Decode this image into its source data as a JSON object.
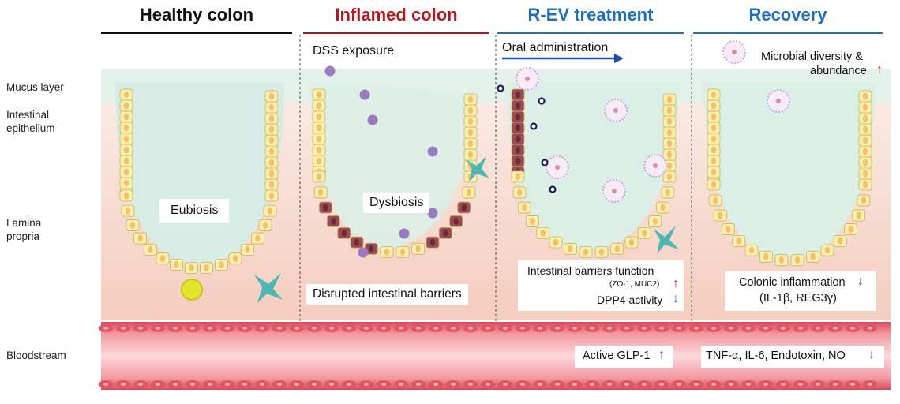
{
  "panels": [
    {
      "title": "Healthy colon",
      "color": "#111111"
    },
    {
      "title": "Inflamed colon",
      "color": "#b0191f"
    },
    {
      "title": "R-EV treatment",
      "color": "#1f6fb8"
    },
    {
      "title": "Recovery",
      "color": "#1f6fb8"
    }
  ],
  "row_labels": {
    "mucus": "Mucus layer",
    "epithelium_1": "Intestinal",
    "epithelium_2": "epithelium",
    "lamina_1": "Lamina",
    "lamina_2": "propria",
    "bloodstream": "Bloodstream"
  },
  "healthy": {
    "eubiosis": "Eubiosis"
  },
  "inflamed": {
    "dss": "DSS exposure",
    "dysbiosis": "Dysbiosis",
    "barriers": "Disrupted intestinal barriers"
  },
  "treatment": {
    "oral": "Oral administration",
    "barrier_function": "Intestinal barriers function",
    "markers": "(ZO-1, MUC2)",
    "dpp4": "DPP4 activity",
    "glp1": "Active GLP-1"
  },
  "recovery": {
    "diversity_1": "Microbial diversity &",
    "diversity_2": "abundance",
    "inflammation": "Colonic inflammation",
    "inflammation_markers": "(IL-1β, REG3γ)",
    "serum": "TNF-α, IL-6, Endotoxin, NO"
  },
  "arrows": {
    "up": "↑",
    "down": "↓"
  },
  "colors": {
    "mucus": "#d6ece4",
    "tissue": "#f6d9cf",
    "epithelial_cell": "#f7efae",
    "nucleus": "#f4c06a",
    "damaged_cell": "#9b4b55",
    "vessel_band": "#e86a77",
    "rbc": "#e25561",
    "dss_particle": "#9a7bbf",
    "ev_particle": "#c7a7d9",
    "arrow_up": "#c0121d",
    "arrow_down": "#1d4f9e",
    "accent_blue": "#1f6fb8",
    "accent_red": "#b0191f"
  }
}
